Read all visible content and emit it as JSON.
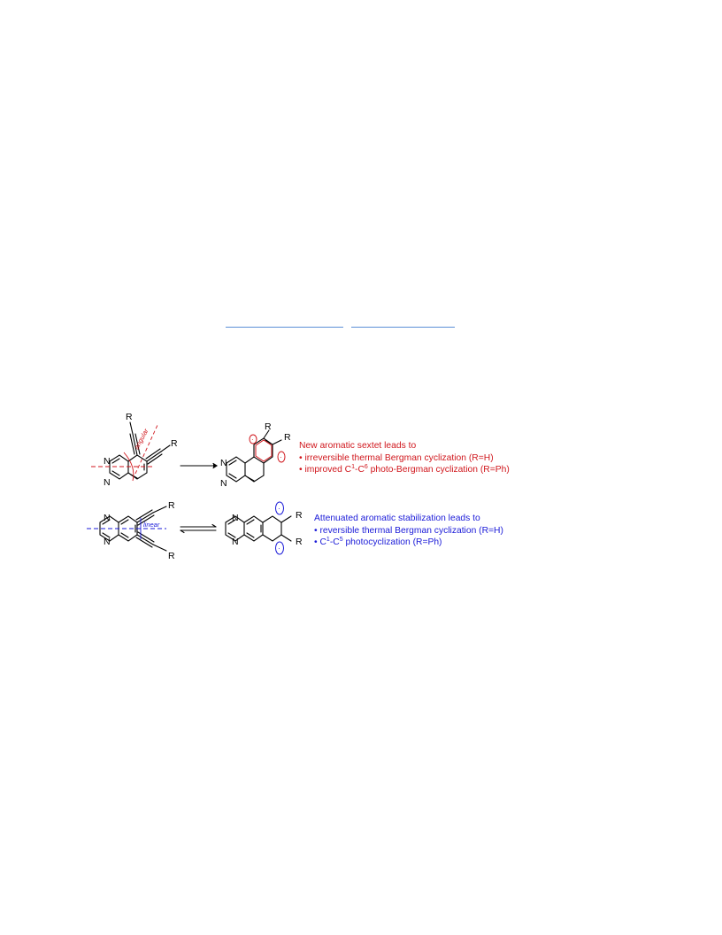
{
  "colors": {
    "red": "#d0161c",
    "blue": "#1a1ad8",
    "link": "#5b8fd6",
    "bond": "#000000"
  },
  "labels": {
    "R": "R",
    "N": "N",
    "angular": "angular",
    "linear": "linear",
    "radical": "·"
  },
  "top_caption": {
    "line1": "New aromatic sextet leads to",
    "line2": "• irreversible thermal Bergman cyclization (R=H)",
    "line3_prefix": "• improved C",
    "line3_sup1": "1",
    "line3_mid": "-C",
    "line3_sup2": "6",
    "line3_suffix": " photo-Bergman cyclization (R=Ph)"
  },
  "bottom_caption": {
    "line1": "Attenuated aromatic stabilization leads to",
    "line2": "• reversible thermal Bergman cyclization (R=H)",
    "line3_prefix": "• C",
    "line3_sup1": "1",
    "line3_mid": "-C",
    "line3_sup2": "5",
    "line3_suffix": " photocyclization (R=Ph)"
  }
}
